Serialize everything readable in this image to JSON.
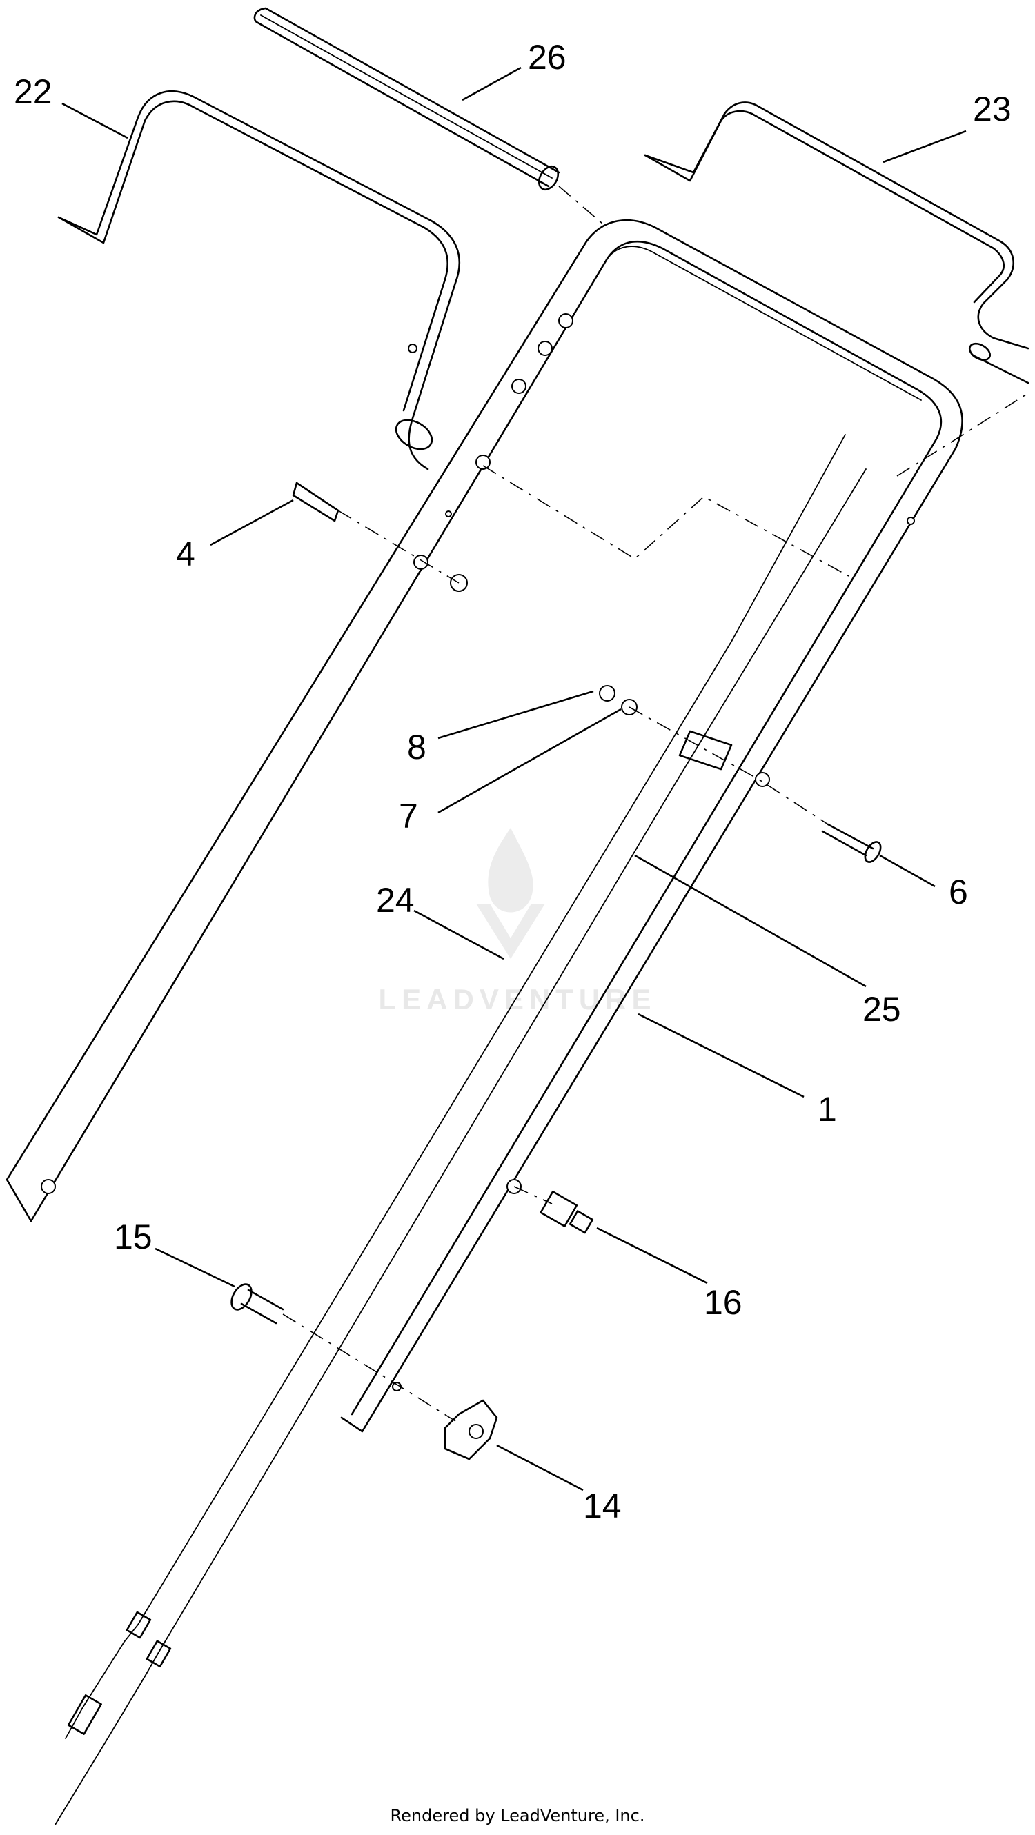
{
  "callouts": {
    "c22": "22",
    "c26": "26",
    "c23": "23",
    "c4": "4",
    "c8": "8",
    "c7": "7",
    "c6": "6",
    "c24": "24",
    "c25": "25",
    "c1": "1",
    "c15": "15",
    "c16": "16",
    "c14": "14"
  },
  "watermark": {
    "text": "LEADVENTURE"
  },
  "footer": {
    "text": "Rendered by LeadVenture, Inc."
  }
}
